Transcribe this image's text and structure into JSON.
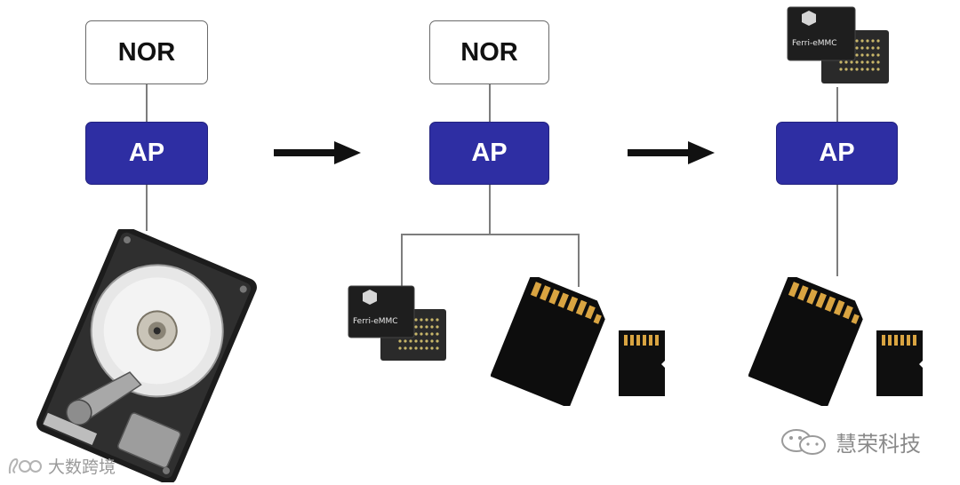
{
  "column1": {
    "nor_label": "NOR",
    "ap_label": "AP"
  },
  "column2": {
    "nor_label": "NOR",
    "ap_label": "AP"
  },
  "column3": {
    "ap_label": "AP"
  },
  "chip_label": "Ferri-eMMC",
  "watermarks": {
    "left": "大数跨境",
    "right": "慧荣科技"
  },
  "colors": {
    "ap_fill": "#2e2ea3",
    "connector": "#7d7d7d",
    "arrow": "#111111"
  },
  "icons": [
    "hard-drive-icon",
    "emmc-chip-icon",
    "sd-card-icon",
    "microsd-card-icon",
    "arrow-right-icon"
  ]
}
